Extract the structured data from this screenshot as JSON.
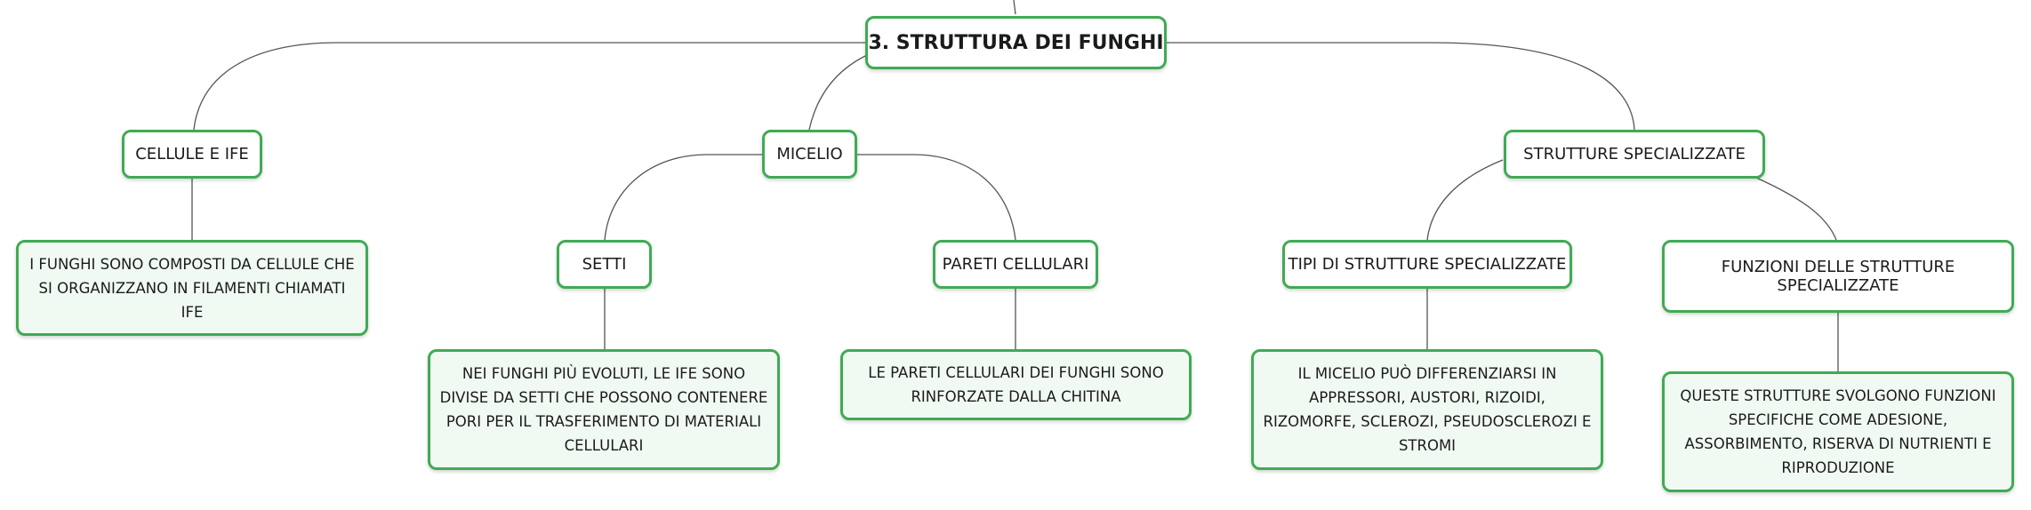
{
  "colors": {
    "border": "#3fab54",
    "leaf_fill": "#f1faf2",
    "line": "#555555"
  },
  "root": {
    "label": "3. STRUTTURA DEI FUNGHI"
  },
  "cellule": {
    "label": "CELLULE E IFE",
    "desc": "I FUNGHI SONO COMPOSTI DA CELLULE CHE SI ORGANIZZANO IN FILAMENTI CHIAMATI IFE"
  },
  "micelio": {
    "label": "MICELIO",
    "setti": {
      "label": "SETTI",
      "desc": "NEI FUNGHI PIÙ EVOLUTI, LE IFE SONO DIVISE DA SETTI CHE POSSONO CONTENERE PORI PER IL TRASFERIMENTO DI MATERIALI CELLULARI"
    },
    "pareti": {
      "label": "PARETI CELLULARI",
      "desc": "LE PARETI CELLULARI DEI FUNGHI SONO RINFORZATE DALLA CHITINA"
    }
  },
  "strutture": {
    "label": "STRUTTURE SPECIALIZZATE",
    "tipi": {
      "label": "TIPI DI STRUTTURE SPECIALIZZATE",
      "desc": "IL MICELIO PUÒ DIFFERENZIARSI IN APPRESSORI, AUSTORI, RIZOIDI, RIZOMORFE, SCLEROZI, PSEUDOSCLEROZI E STROMI"
    },
    "funzioni": {
      "label": "FUNZIONI DELLE STRUTTURE SPECIALIZZATE",
      "desc": "QUESTE STRUTTURE SVOLGONO FUNZIONI SPECIFICHE COME ADESIONE, ASSORBIMENTO, RISERVA DI NUTRIENTI E RIPRODUZIONE"
    }
  }
}
